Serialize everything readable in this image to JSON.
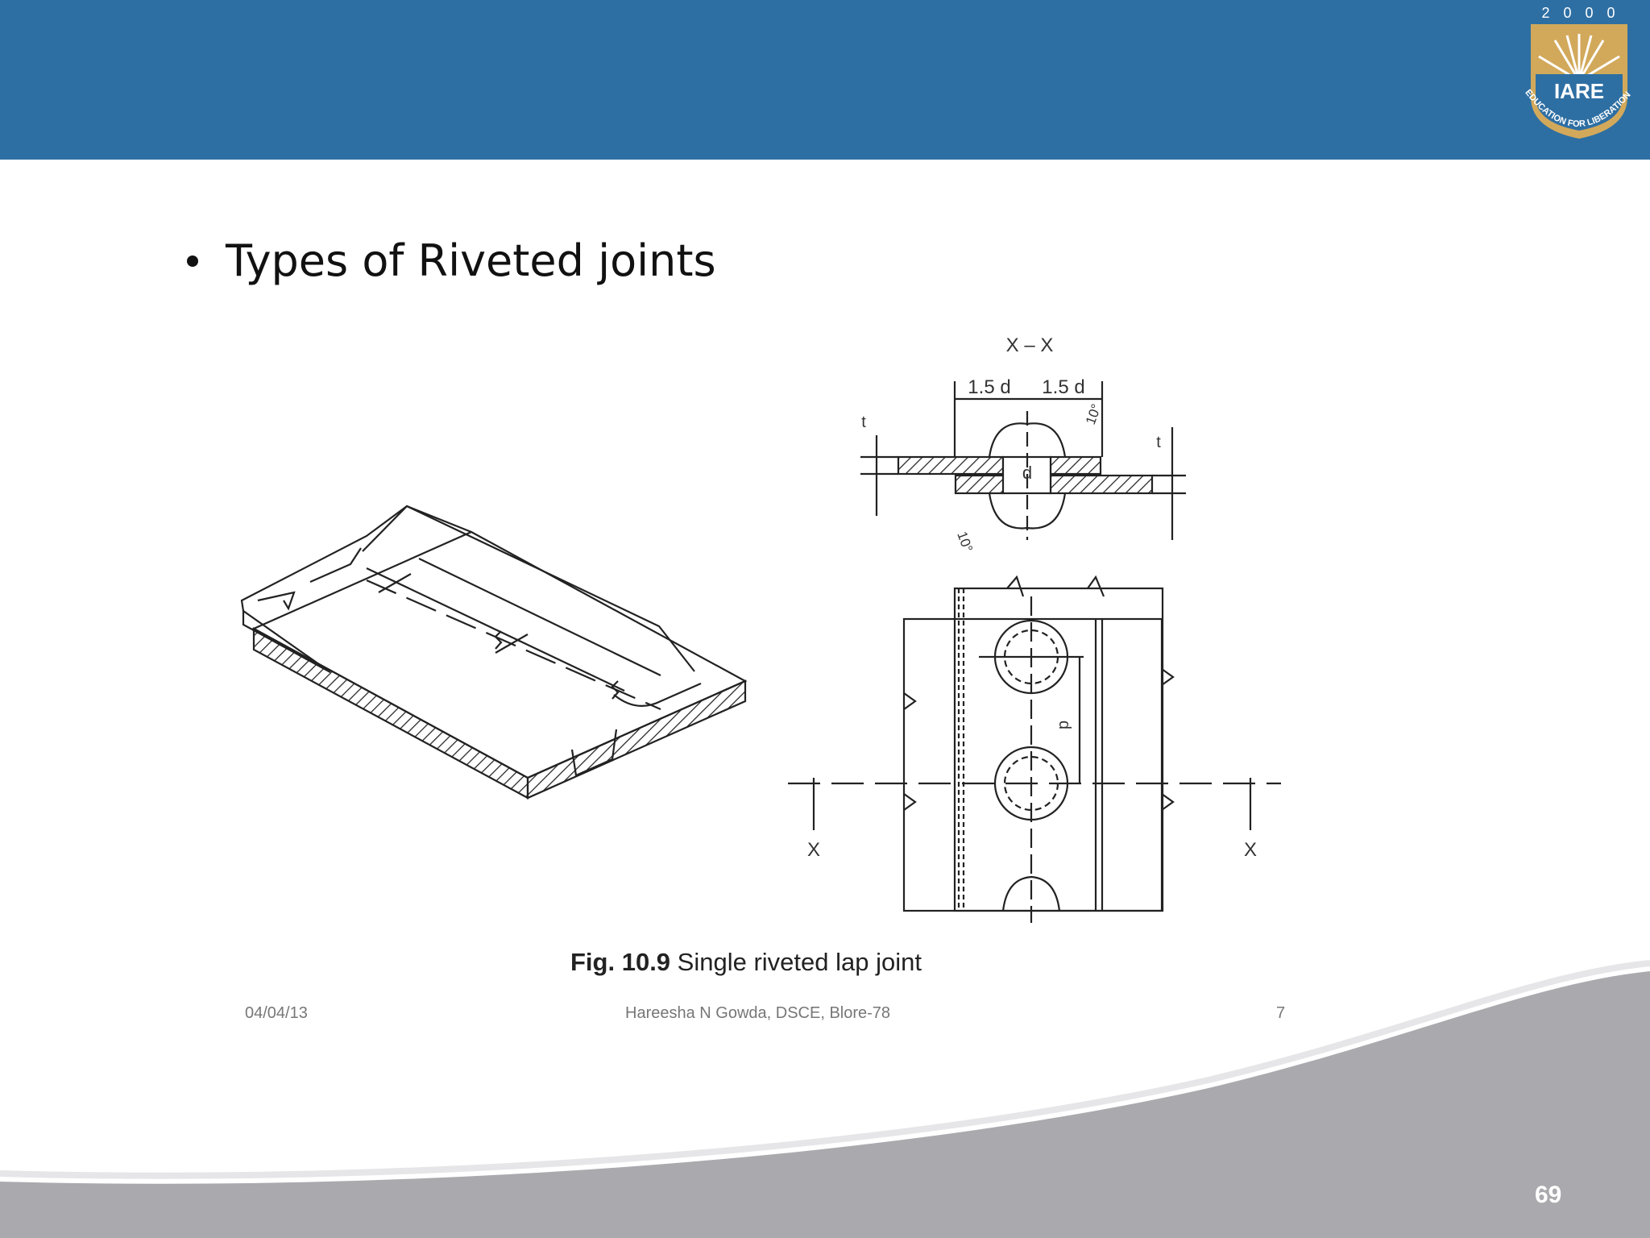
{
  "header": {
    "color": "#2e6fa3",
    "logo": {
      "year": "2 0 0 0",
      "name": "IARE",
      "motto": "EDUCATION FOR LIBERATION"
    }
  },
  "slide": {
    "bullet": "Types of Riveted joints",
    "figure": {
      "section_label": "X – X",
      "dim_left": "1.5 d",
      "dim_right": "1.5 d",
      "dim_d": "d",
      "dim_t": "t",
      "dim_angle": "10°",
      "dim_p": "p",
      "section_mark": "X",
      "caption_bold": "Fig. 10.9",
      "caption_text": " Single riveted lap joint"
    },
    "footer": {
      "date": "04/04/13",
      "author": "Hareesha N Gowda, DSCE, Blore-78",
      "slide_no": "7"
    }
  },
  "page_number": "69"
}
